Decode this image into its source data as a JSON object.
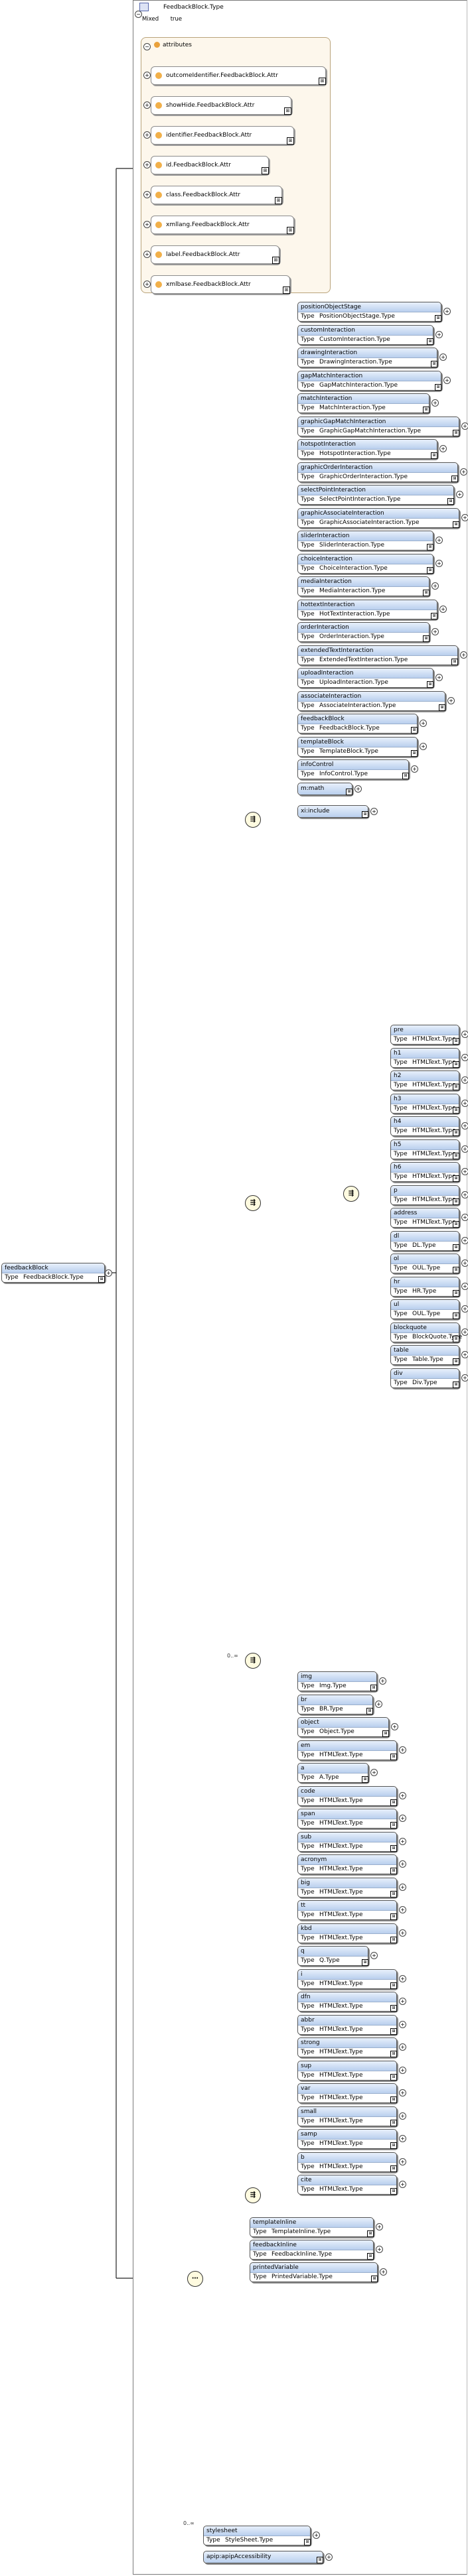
{
  "header": {
    "title": "FeedbackBlock.Type",
    "mixed_label": "Mixed",
    "mixed_value": "true"
  },
  "attributes": {
    "label": "attributes",
    "items": [
      "outcomeIdentifier.FeedbackBlock.Attr",
      "showHide.FeedbackBlock.Attr",
      "identifier.FeedbackBlock.Attr",
      "id.FeedbackBlock.Attr",
      "class.FeedbackBlock.Attr",
      "xmllang.FeedbackBlock.Attr",
      "label.FeedbackBlock.Attr",
      "xmlbase.FeedbackBlock.Attr"
    ]
  },
  "root": {
    "name": "feedbackBlock",
    "type_label": "Type",
    "type": "FeedbackBlock.Type"
  },
  "type_label": "Type",
  "group_interactions": [
    {
      "name": "positionObjectStage",
      "type": "PositionObjectStage.Type"
    },
    {
      "name": "customInteraction",
      "type": "CustomInteraction.Type"
    },
    {
      "name": "drawingInteraction",
      "type": "DrawingInteraction.Type"
    },
    {
      "name": "gapMatchInteraction",
      "type": "GapMatchInteraction.Type"
    },
    {
      "name": "matchInteraction",
      "type": "MatchInteraction.Type"
    },
    {
      "name": "graphicGapMatchInteraction",
      "type": "GraphicGapMatchInteraction.Type"
    },
    {
      "name": "hotspotInteraction",
      "type": "HotspotInteraction.Type"
    },
    {
      "name": "graphicOrderInteraction",
      "type": "GraphicOrderInteraction.Type"
    },
    {
      "name": "selectPointInteraction",
      "type": "SelectPointInteraction.Type"
    },
    {
      "name": "graphicAssociateInteraction",
      "type": "GraphicAssociateInteraction.Type"
    },
    {
      "name": "sliderInteraction",
      "type": "SliderInteraction.Type"
    },
    {
      "name": "choiceInteraction",
      "type": "ChoiceInteraction.Type"
    },
    {
      "name": "mediaInteraction",
      "type": "MediaInteraction.Type"
    },
    {
      "name": "hottextInteraction",
      "type": "HotTextInteraction.Type"
    },
    {
      "name": "orderInteraction",
      "type": "OrderInteraction.Type"
    },
    {
      "name": "extendedTextInteraction",
      "type": "ExtendedTextInteraction.Type"
    },
    {
      "name": "uploadInteraction",
      "type": "UploadInteraction.Type"
    },
    {
      "name": "associateInteraction",
      "type": "AssociateInteraction.Type"
    },
    {
      "name": "feedbackBlock",
      "type": "FeedbackBlock.Type"
    },
    {
      "name": "templateBlock",
      "type": "TemplateBlock.Type"
    },
    {
      "name": "infoControl",
      "type": "InfoControl.Type"
    },
    {
      "name": "m:math",
      "type": ""
    },
    {
      "name": "xi:include",
      "type": ""
    }
  ],
  "group_blocks": [
    {
      "name": "pre",
      "type": "HTMLText.Type"
    },
    {
      "name": "h1",
      "type": "HTMLText.Type"
    },
    {
      "name": "h2",
      "type": "HTMLText.Type"
    },
    {
      "name": "h3",
      "type": "HTMLText.Type"
    },
    {
      "name": "h4",
      "type": "HTMLText.Type"
    },
    {
      "name": "h5",
      "type": "HTMLText.Type"
    },
    {
      "name": "h6",
      "type": "HTMLText.Type"
    },
    {
      "name": "p",
      "type": "HTMLText.Type"
    },
    {
      "name": "address",
      "type": "HTMLText.Type"
    },
    {
      "name": "dl",
      "type": "DL.Type"
    },
    {
      "name": "ol",
      "type": "OUL.Type"
    },
    {
      "name": "hr",
      "type": "HR.Type"
    },
    {
      "name": "ul",
      "type": "OUL.Type"
    },
    {
      "name": "blockquote",
      "type": "BlockQuote.Type"
    },
    {
      "name": "table",
      "type": "Table.Type"
    },
    {
      "name": "div",
      "type": "Div.Type"
    }
  ],
  "group_inline": [
    {
      "name": "img",
      "type": "Img.Type"
    },
    {
      "name": "br",
      "type": "BR.Type"
    },
    {
      "name": "object",
      "type": "Object.Type"
    },
    {
      "name": "em",
      "type": "HTMLText.Type"
    },
    {
      "name": "a",
      "type": "A.Type"
    },
    {
      "name": "code",
      "type": "HTMLText.Type"
    },
    {
      "name": "span",
      "type": "HTMLText.Type"
    },
    {
      "name": "sub",
      "type": "HTMLText.Type"
    },
    {
      "name": "acronym",
      "type": "HTMLText.Type"
    },
    {
      "name": "big",
      "type": "HTMLText.Type"
    },
    {
      "name": "tt",
      "type": "HTMLText.Type"
    },
    {
      "name": "kbd",
      "type": "HTMLText.Type"
    },
    {
      "name": "q",
      "type": "Q.Type"
    },
    {
      "name": "i",
      "type": "HTMLText.Type"
    },
    {
      "name": "dfn",
      "type": "HTMLText.Type"
    },
    {
      "name": "abbr",
      "type": "HTMLText.Type"
    },
    {
      "name": "strong",
      "type": "HTMLText.Type"
    },
    {
      "name": "sup",
      "type": "HTMLText.Type"
    },
    {
      "name": "var",
      "type": "HTMLText.Type"
    },
    {
      "name": "small",
      "type": "HTMLText.Type"
    },
    {
      "name": "samp",
      "type": "HTMLText.Type"
    },
    {
      "name": "b",
      "type": "HTMLText.Type"
    },
    {
      "name": "cite",
      "type": "HTMLText.Type"
    }
  ],
  "group_tail": [
    {
      "name": "templateInline",
      "type": "TemplateInline.Type"
    },
    {
      "name": "feedbackInline",
      "type": "FeedbackInline.Type"
    },
    {
      "name": "printedVariable",
      "type": "PrintedVariable.Type"
    }
  ],
  "bottom": [
    {
      "name": "stylesheet",
      "type": "StyleSheet.Type"
    },
    {
      "name": "apip:apipAccessibility",
      "type": ""
    }
  ],
  "cardinality": {
    "choice": "0..∞",
    "stylesheet": "0..∞"
  }
}
